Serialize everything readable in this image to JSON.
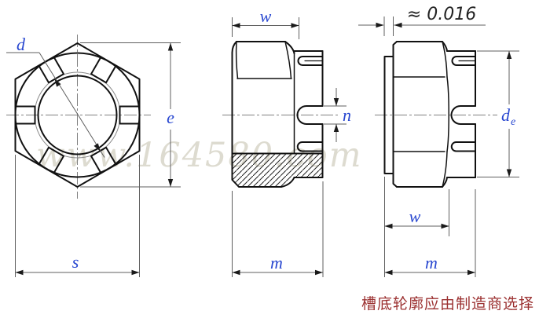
{
  "drawing": {
    "watermark": "www.164580.com",
    "note": "槽底轮廓应由制造商选择",
    "colors": {
      "label": "#2847d0",
      "note": "#9b3030",
      "watermark": "#d8d5c8"
    },
    "labels": {
      "front": {
        "d": "d",
        "e": "e",
        "s": "s"
      },
      "section": {
        "w": "w",
        "n": "n",
        "m": "m"
      },
      "side": {
        "washer_thickness": "≈ 0.016",
        "de_main": "d",
        "de_sub": "e",
        "w": "w",
        "m": "m"
      }
    }
  }
}
